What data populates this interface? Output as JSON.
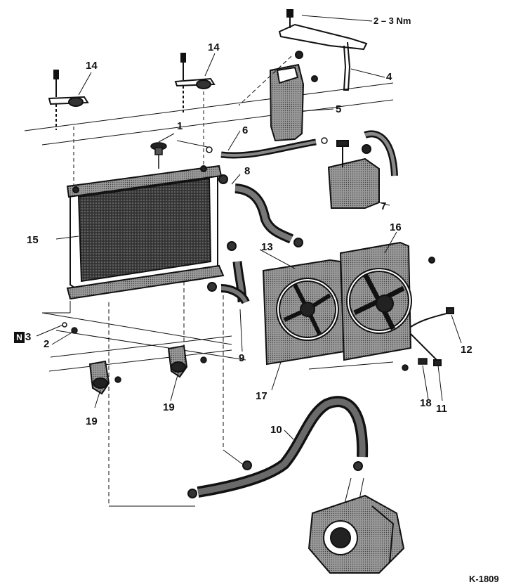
{
  "torque_spec": "2 – 3 Nm",
  "figure_code": "K-1809",
  "note_badge": "N",
  "colors": {
    "ink": "#111111",
    "shade": "#555555",
    "paper": "#ffffff"
  },
  "callouts": {
    "c1": "1",
    "c2": "2",
    "c3": "3",
    "c4": "4",
    "c5": "5",
    "c6": "6",
    "c7": "7",
    "c8": "8",
    "c9": "9",
    "c10": "10",
    "c11": "11",
    "c12": "12",
    "c13": "13",
    "c14a": "14",
    "c14b": "14",
    "c15": "15",
    "c16": "16",
    "c17": "17",
    "c18": "18",
    "c19a": "19",
    "c19b": "19"
  }
}
